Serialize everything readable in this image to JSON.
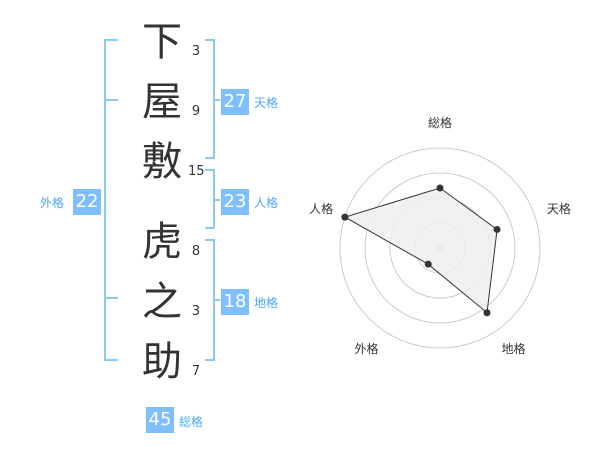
{
  "name": {
    "surname": [
      {
        "char": "下",
        "strokes": "3"
      },
      {
        "char": "屋",
        "strokes": "9"
      },
      {
        "char": "敷",
        "strokes": "15"
      }
    ],
    "given": [
      {
        "char": "虎",
        "strokes": "8"
      },
      {
        "char": "之",
        "strokes": "3"
      },
      {
        "char": "助",
        "strokes": "7"
      }
    ]
  },
  "kakusu": {
    "tenkaku": {
      "value": "27",
      "label": "天格"
    },
    "jinkaku": {
      "value": "23",
      "label": "人格"
    },
    "chikaku": {
      "value": "18",
      "label": "地格"
    },
    "gaikaku": {
      "value": "22",
      "label": "外格"
    },
    "soukaku": {
      "value": "45",
      "label": "総格"
    }
  },
  "chart_data": {
    "type": "radar",
    "axes": [
      "総格",
      "天格",
      "地格",
      "外格",
      "人格"
    ],
    "series": [
      {
        "values": [
          0.6,
          0.6,
          0.8,
          0.2,
          1.0
        ]
      }
    ],
    "rings": 4,
    "range": [
      0,
      1
    ]
  },
  "colors": {
    "accent": "#7fbfff",
    "bracket": "#8cc8f0",
    "label": "#4aa8ff",
    "polygon_fill": "#eeeeee",
    "polygon_stroke": "#333333"
  }
}
